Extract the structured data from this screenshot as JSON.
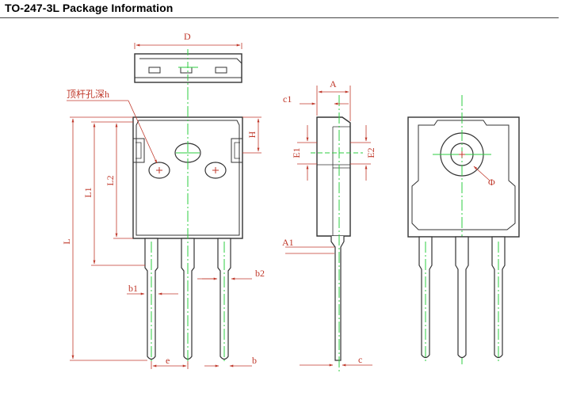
{
  "title": "TO-247-3L Package Information",
  "labels": {
    "D": "D",
    "pin_hole": "顶杆孔深h",
    "L": "L",
    "L1": "L1",
    "L2": "L2",
    "H": "H",
    "b1": "b1",
    "b2": "b2",
    "e": "e",
    "b": "b",
    "A": "A",
    "c1": "c1",
    "E1": "E1",
    "E2": "E2",
    "A1": "A1",
    "c": "c",
    "phi": "Φ"
  },
  "colors": {
    "outline": "#333333",
    "dimension": "#c0392b",
    "centerline": "#2ecc40"
  }
}
